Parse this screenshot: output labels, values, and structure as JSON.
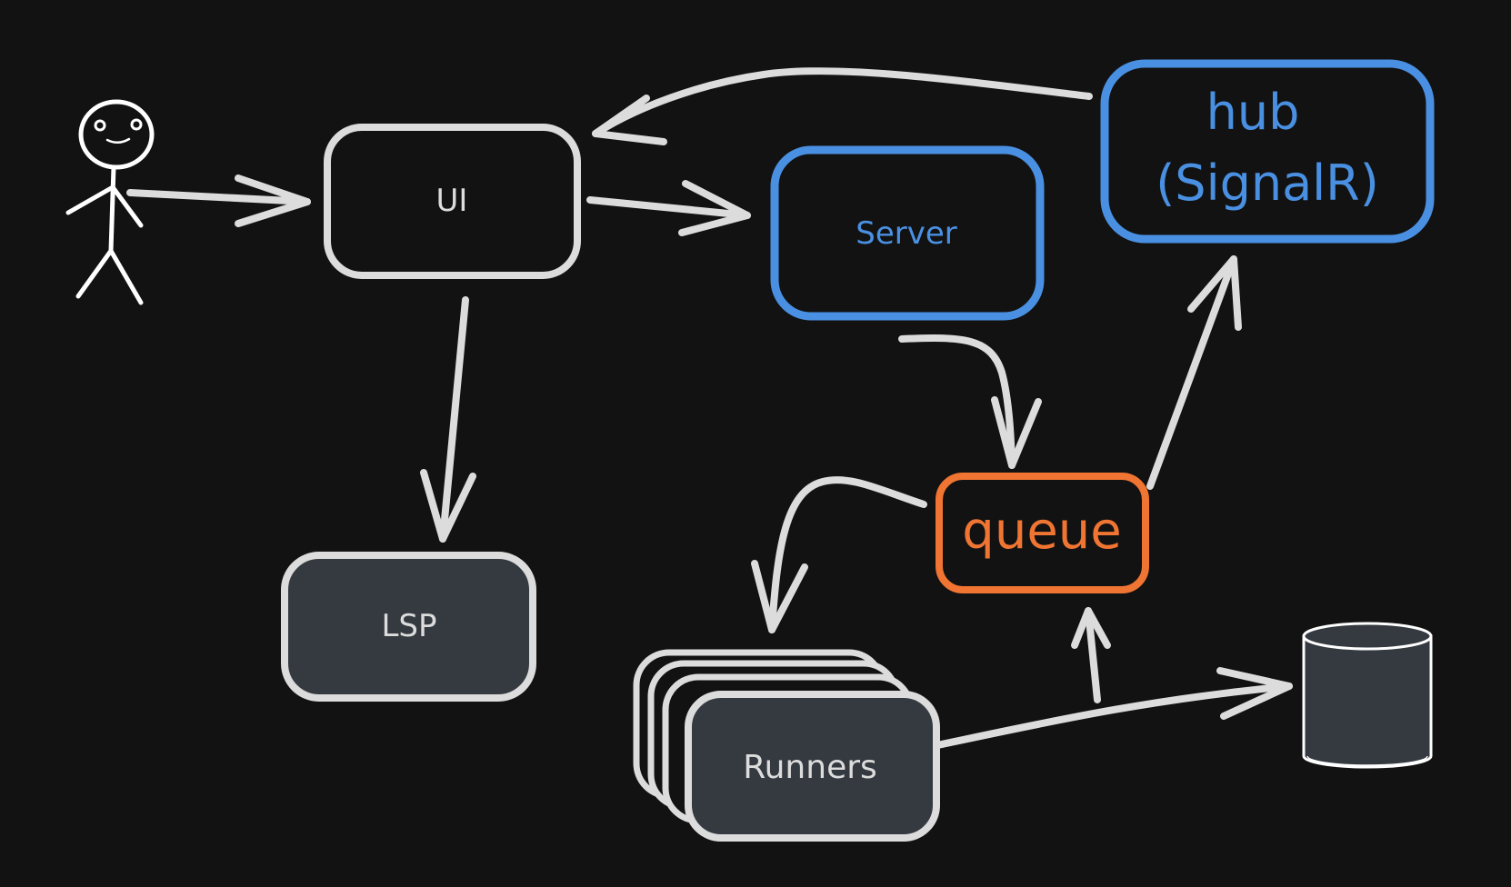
{
  "colors": {
    "background": "#121212",
    "stroke": "#dcdcdc",
    "accent_blue": "#4a90e2",
    "accent_orange": "#f07532",
    "dark_fill": "#343a40"
  },
  "nodes": {
    "ui": {
      "label": "UI"
    },
    "server": {
      "label": "Server"
    },
    "hub": {
      "label_line1": "hub",
      "label_line2": "(SignalR)"
    },
    "lsp": {
      "label": "LSP"
    },
    "queue": {
      "label": "queue"
    },
    "runners": {
      "label": "Runners"
    },
    "database": {
      "label": ""
    },
    "user": {
      "icon": "stick-figure-user-icon"
    }
  },
  "edges": [
    {
      "from": "user",
      "to": "ui"
    },
    {
      "from": "ui",
      "to": "server"
    },
    {
      "from": "hub",
      "to": "ui"
    },
    {
      "from": "ui",
      "to": "lsp"
    },
    {
      "from": "server",
      "to": "queue"
    },
    {
      "from": "queue",
      "to": "hub"
    },
    {
      "from": "queue",
      "to": "runners"
    },
    {
      "from": "runners",
      "to": "queue"
    },
    {
      "from": "runners",
      "to": "database"
    }
  ]
}
